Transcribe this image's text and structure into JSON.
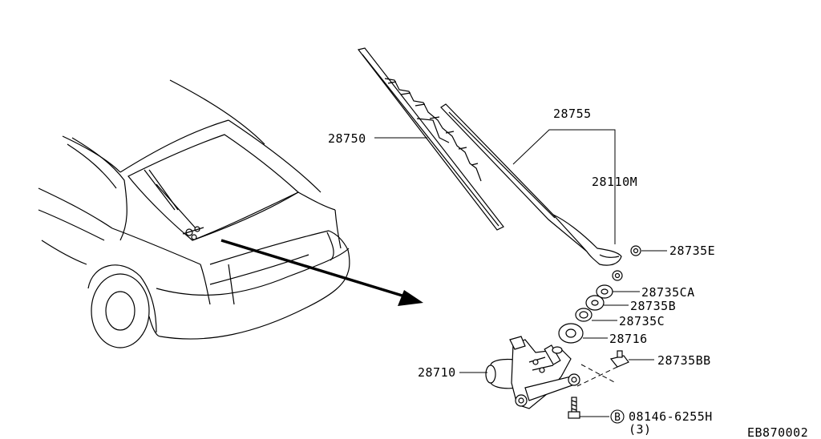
{
  "parts": [
    {
      "id": "wiper_blade",
      "label": "28750"
    },
    {
      "id": "wiper_arm",
      "label": "28755"
    },
    {
      "id": "arm_assembly",
      "label": "28110M"
    },
    {
      "id": "nut",
      "label": "28735E"
    },
    {
      "id": "washer_ca",
      "label": "28735CA"
    },
    {
      "id": "seal_b",
      "label": "28735B"
    },
    {
      "id": "bushing_c",
      "label": "28735C"
    },
    {
      "id": "grommet",
      "label": "28716"
    },
    {
      "id": "clip_bb",
      "label": "28735BB"
    },
    {
      "id": "motor",
      "label": "28710"
    },
    {
      "id": "bolt",
      "label": "08146-6255H"
    }
  ],
  "bolt_marker": "B",
  "bolt_qty": "(3)",
  "diagram_code": "EB870002"
}
